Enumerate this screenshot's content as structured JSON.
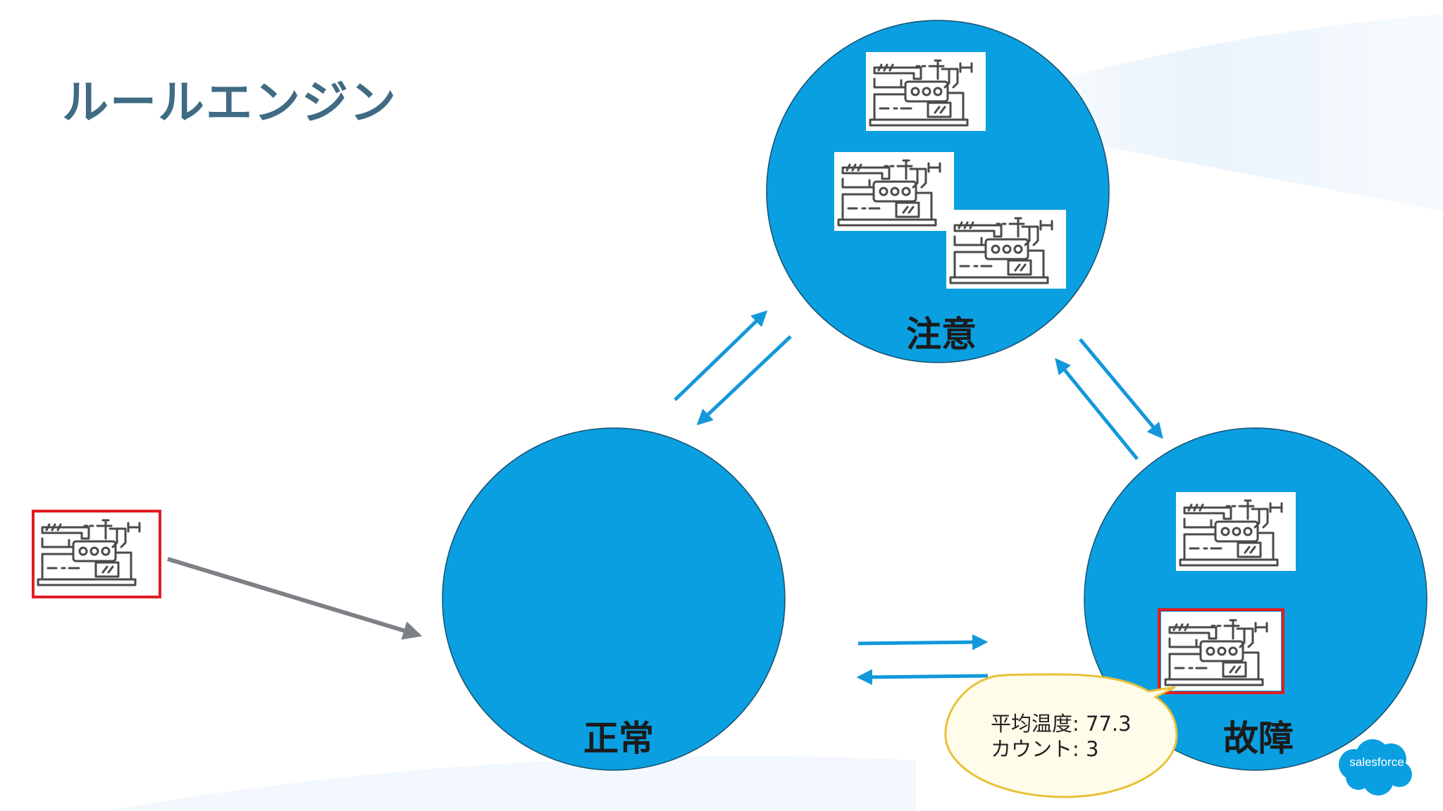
{
  "title": "ルールエンジン",
  "states": {
    "normal": {
      "label": "正常"
    },
    "caution": {
      "label": "注意"
    },
    "failure": {
      "label": "故障"
    }
  },
  "tooltip": {
    "line1": "平均温度: 77.3",
    "line2": "カウント: 3"
  },
  "brand": {
    "logo_text": "salesforce"
  },
  "colors": {
    "circle": "#0a9fe0",
    "arrow": "#1398db",
    "incoming_arrow": "#7d8185",
    "highlight": "#e11d22",
    "tooltip_fill": "#fffde9",
    "tooltip_stroke": "#e8c13a",
    "title": "#3f6b83"
  },
  "icons": {
    "machine": "industrial-machine-icon"
  }
}
